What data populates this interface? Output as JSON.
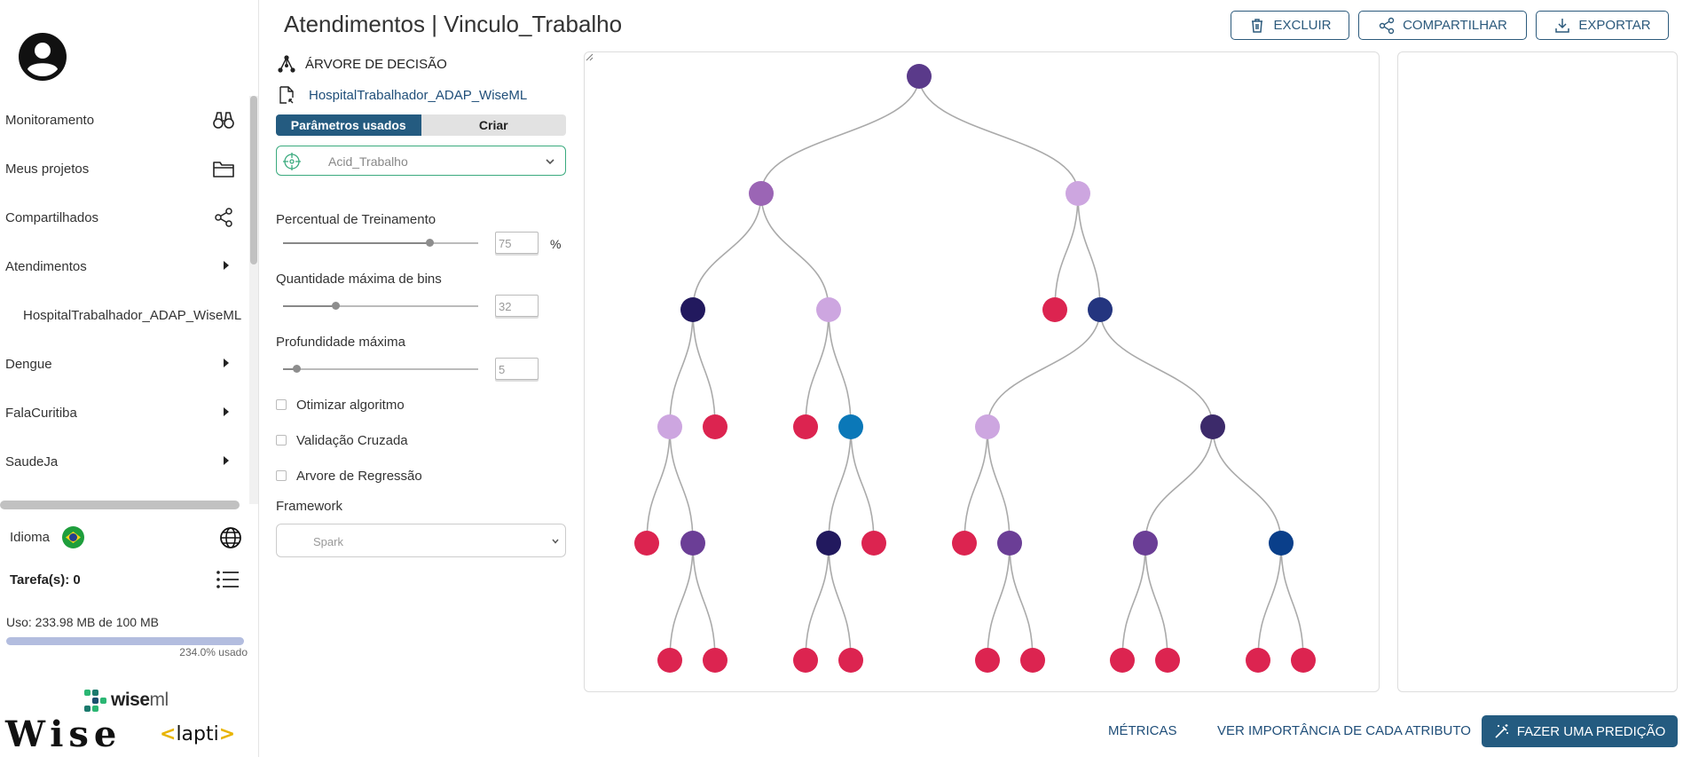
{
  "sidebar": {
    "items": [
      {
        "label": "Monitoramento",
        "icon": "binoculars-icon"
      },
      {
        "label": "Meus projetos",
        "icon": "folder-icon"
      },
      {
        "label": "Compartilhados",
        "icon": "share-icon"
      },
      {
        "label": "Atendimentos",
        "icon": "caret-right-icon"
      },
      {
        "label": "HospitalTrabalhador_ADAP_WiseML",
        "icon": ""
      },
      {
        "label": "Dengue",
        "icon": "caret-right-icon"
      },
      {
        "label": "FalaCuritiba",
        "icon": "caret-right-icon"
      },
      {
        "label": "SaudeJa",
        "icon": "caret-right-icon"
      }
    ],
    "language_label": "Idioma",
    "tasks_label": "Tarefa(s): 0",
    "usage_label": "Uso: 233.98 MB de 100 MB",
    "usage_percent": "234.0% usado",
    "logos": {
      "wiseml_bold": "wise",
      "wiseml_light": "ml",
      "wise": "Wise",
      "lapti": "lapti"
    }
  },
  "header": {
    "title": "Atendimentos | Vinculo_Trabalho",
    "buttons": {
      "delete": "EXCLUIR",
      "share": "COMPARTILHAR",
      "export": "EXPORTAR"
    }
  },
  "params": {
    "section_title": "ÁRVORE DE DECISÃO",
    "file_name": "HospitalTrabalhador_ADAP_WiseML",
    "tabs": [
      "Parâmetros usados",
      "Criar"
    ],
    "target": "Acid_Trabalho",
    "training_label": "Percentual de Treinamento",
    "training_value": "75",
    "training_unit": "%",
    "bins_label": "Quantidade máxima de bins",
    "bins_value": "32",
    "depth_label": "Profundidade máxima",
    "depth_value": "5",
    "slider_levels": {
      "training": 0.75,
      "bins": 0.27,
      "depth": 0.07
    },
    "checkboxes": [
      "Otimizar algoritmo",
      "Validação Cruzada",
      "Arvore de Regressão"
    ],
    "framework_label": "Framework",
    "framework_value": "Spark"
  },
  "tree_colors": {
    "purple": "#5a3a8a",
    "violet": "#9b65b5",
    "lavender": "#cda6e0",
    "navy": "#22195e",
    "blue": "#24357f",
    "indigo": "#3c2a6a",
    "plum": "#6b3e96",
    "cerulean": "#0b78b8",
    "sapphire": "#0a3f8a",
    "red": "#dc2450"
  },
  "footer": {
    "metrics": "MÉTRICAS",
    "importance": "VER IMPORTÂNCIA DE CADA ATRIBUTO",
    "predict": "FAZER UMA PREDIÇÃO"
  }
}
